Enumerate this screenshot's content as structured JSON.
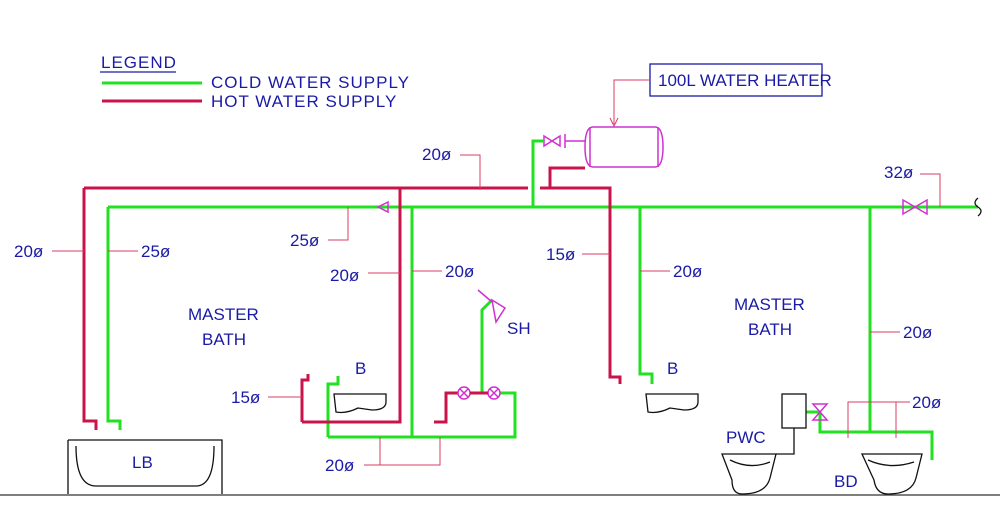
{
  "legend": {
    "title": "LEGEND",
    "cold": "COLD WATER SUPPLY",
    "hot": "HOT WATER SUPPLY",
    "cold_color": "#22e022",
    "hot_color": "#c8144a"
  },
  "heater": {
    "label": "100L WATER HEATER"
  },
  "rooms": {
    "left_line1": "MASTER",
    "left_line2": "BATH",
    "right_line1": "MASTER",
    "right_line2": "BATH"
  },
  "fixtures": {
    "lb": "LB",
    "b_left": "B",
    "b_right": "B",
    "sh": "SH",
    "pwc": "PWC",
    "bd": "BD"
  },
  "dims": {
    "d_20_top": "20ø",
    "d_32": "32ø",
    "d_20_left": "20ø",
    "d_25_left": "25ø",
    "d_25_mid": "25ø",
    "d_20_mid_a": "20ø",
    "d_20_mid_b": "20ø",
    "d_15_mid": "15ø",
    "d_20_mid_c": "20ø",
    "d_20_right_a": "20ø",
    "d_20_right_b": "20ø",
    "d_15_b": "15ø",
    "d_20_bottom": "20ø"
  }
}
